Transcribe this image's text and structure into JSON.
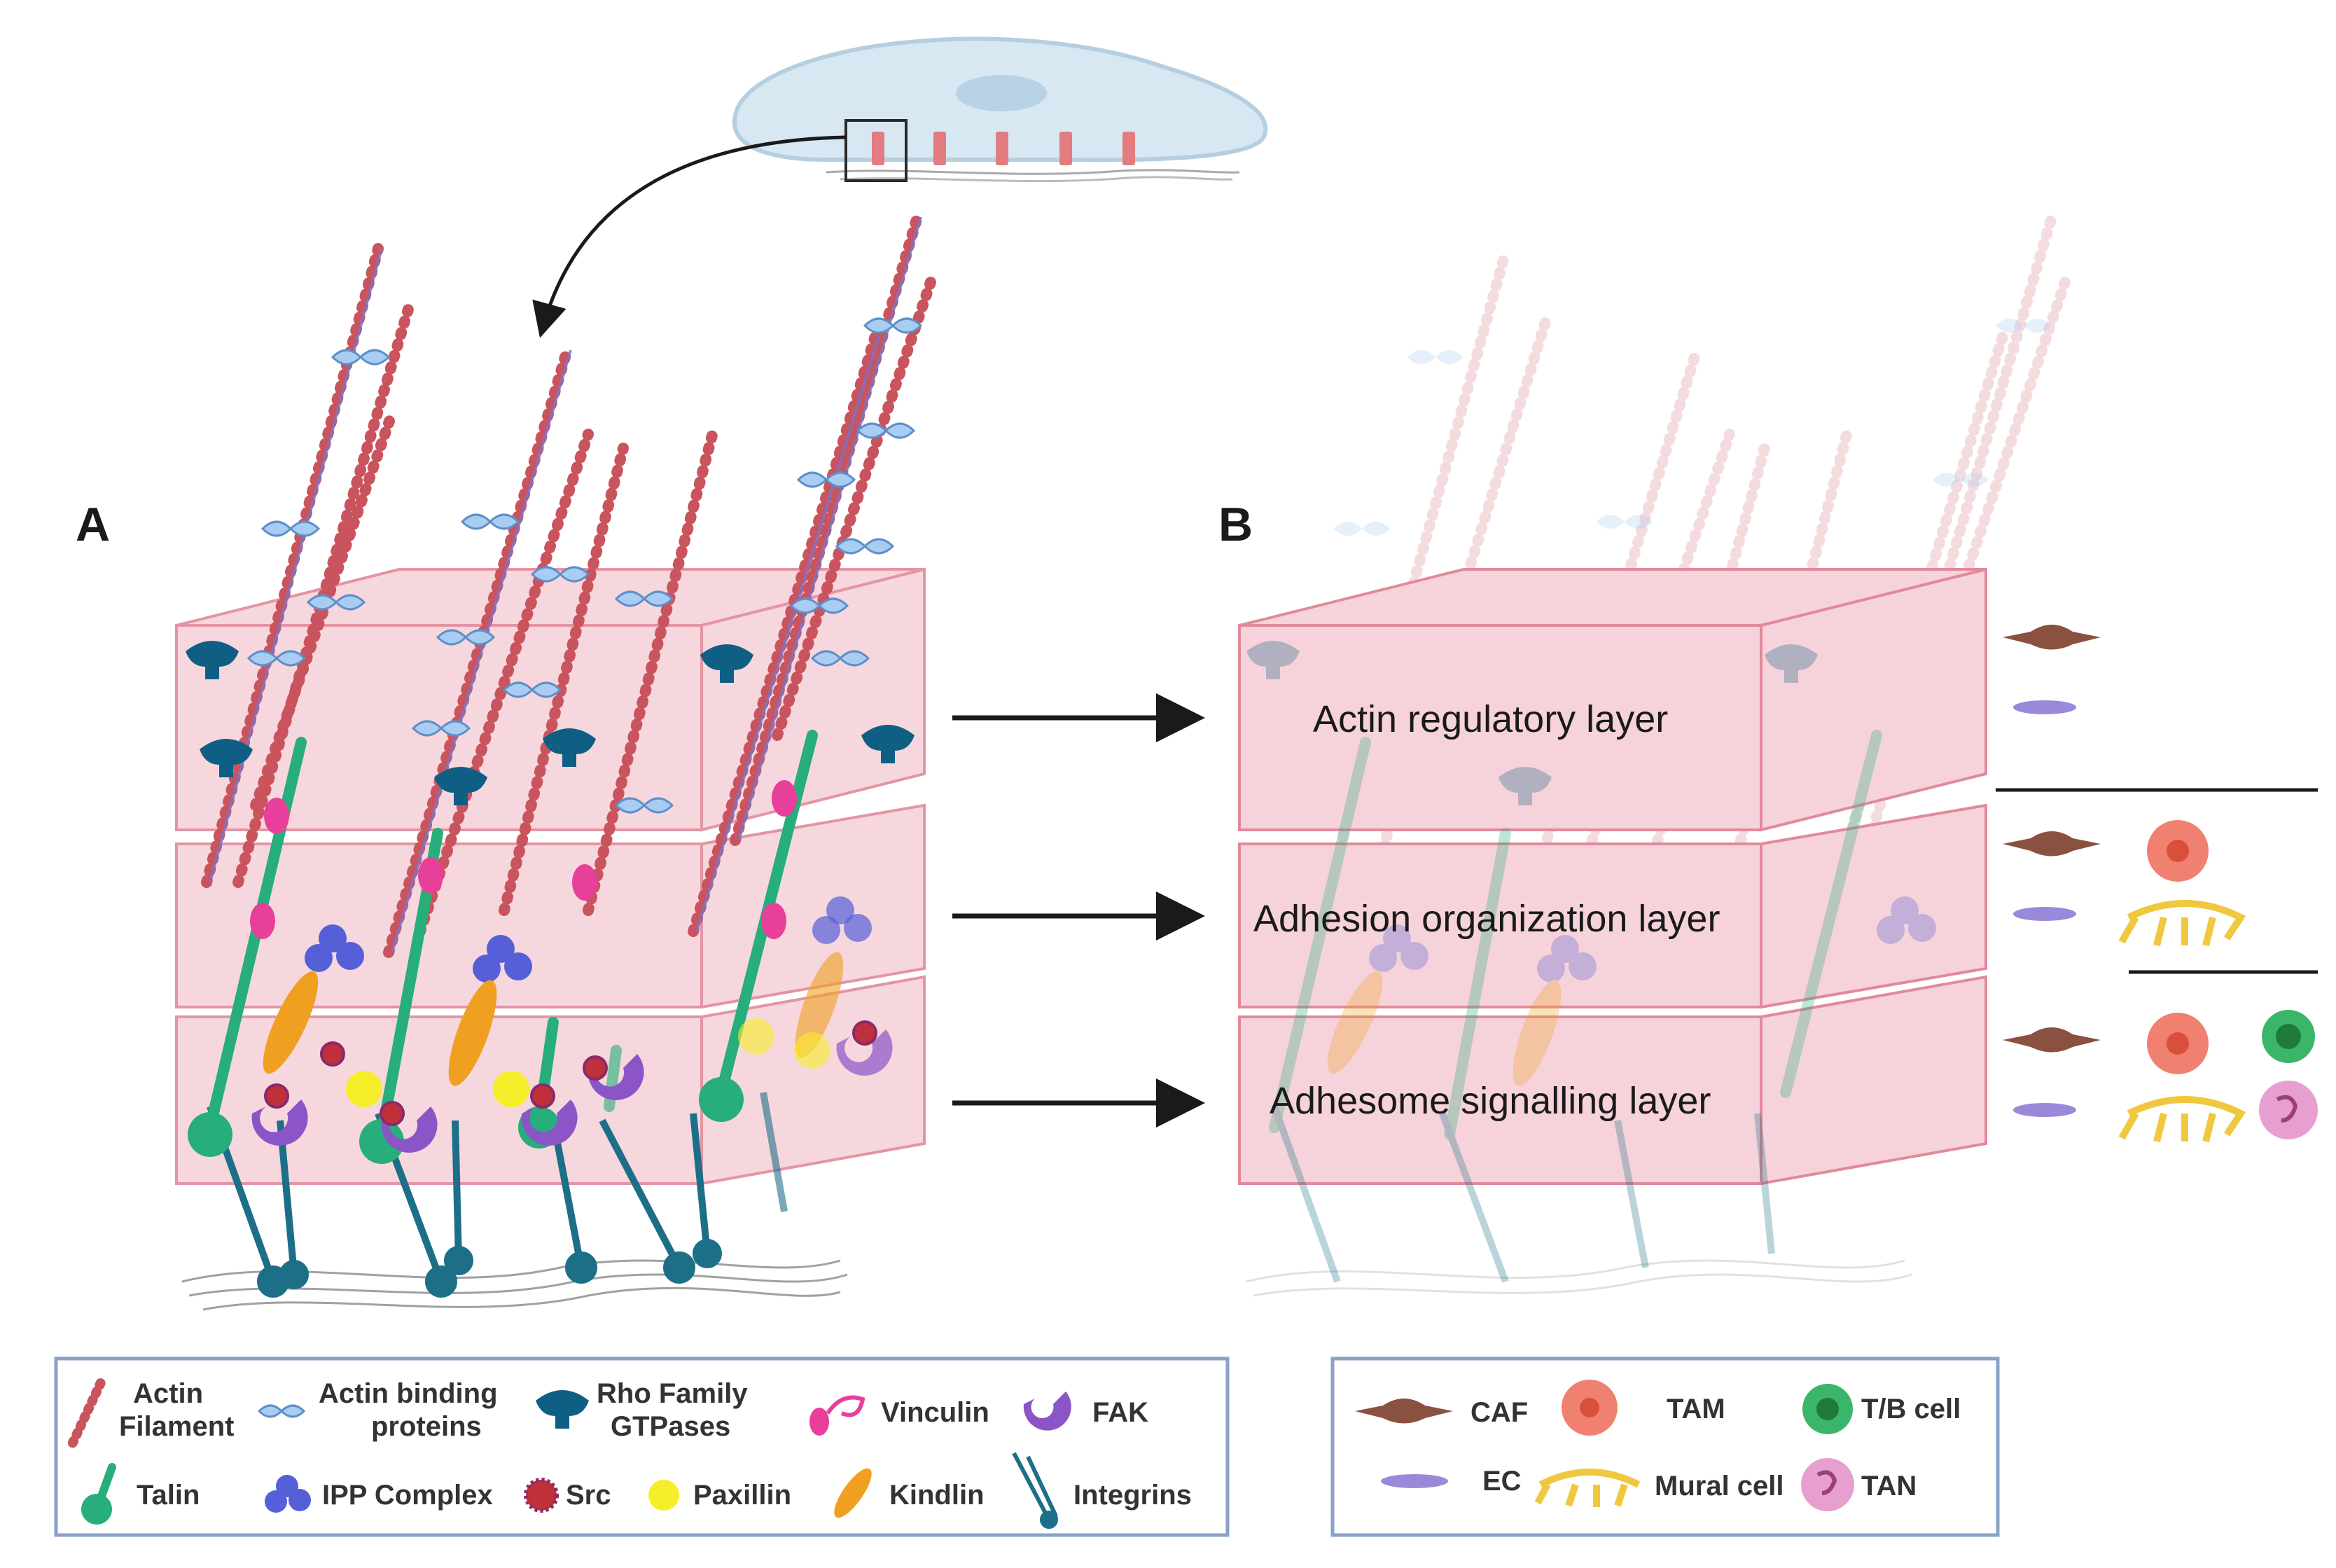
{
  "panels": {
    "a_label": "A",
    "b_label": "B"
  },
  "layers": [
    {
      "label": "Actin regulatory layer"
    },
    {
      "label": "Adhesion organization layer"
    },
    {
      "label": "Adhesome signalling layer"
    }
  ],
  "legend_a": {
    "items": [
      {
        "line1": "Actin",
        "line2": "Filament",
        "icon": "actin-filament-icon"
      },
      {
        "line1": "Actin binding",
        "line2": "proteins",
        "icon": "actin-binding-protein-icon"
      },
      {
        "line1": "Rho Family",
        "line2": "GTPases",
        "icon": "rho-gtpase-icon"
      },
      {
        "line1": "Vinculin",
        "line2": "",
        "icon": "vinculin-icon"
      },
      {
        "line1": "FAK",
        "line2": "",
        "icon": "fak-icon"
      },
      {
        "line1": "Talin",
        "line2": "",
        "icon": "talin-icon"
      },
      {
        "line1": "IPP Complex",
        "line2": "",
        "icon": "ipp-complex-icon"
      },
      {
        "line1": "Src",
        "line2": "",
        "icon": "src-icon"
      },
      {
        "line1": "Paxillin",
        "line2": "",
        "icon": "paxillin-icon"
      },
      {
        "line1": "Kindlin",
        "line2": "",
        "icon": "kindlin-icon"
      },
      {
        "line1": "Integrins",
        "line2": "",
        "icon": "integrin-icon"
      }
    ]
  },
  "legend_b": {
    "items": [
      {
        "label": "CAF",
        "icon": "caf-cell-icon"
      },
      {
        "label": "TAM",
        "icon": "tam-cell-icon"
      },
      {
        "label": "T/B cell",
        "icon": "tb-cell-icon"
      },
      {
        "label": "EC",
        "icon": "ec-cell-icon"
      },
      {
        "label": "Mural cell",
        "icon": "mural-cell-icon"
      },
      {
        "label": "TAN",
        "icon": "tan-cell-icon"
      }
    ]
  },
  "colors": {
    "layer_fill": "#f6d3da",
    "layer_stroke": "#e08a9a",
    "actin": "#c9545e",
    "actin_binding": "#a9cdf2",
    "rho": "#0f5f84",
    "vinculin": "#e8409a",
    "fak": "#8b54c7",
    "talin": "#27ae7a",
    "ipp": "#5560d8",
    "src": "#8a2a6a",
    "paxillin": "#f6ee2a",
    "kindlin": "#f0a020",
    "integrin": "#1d6f88",
    "caf": "#8a5040",
    "tam": "#f08070",
    "tb": "#2a9e5a",
    "ec": "#9a88d8",
    "mural": "#f0c840",
    "tan": "#e79fd0",
    "legend_border": "#8aa2c8",
    "cell_body": "#d8e8f2"
  }
}
